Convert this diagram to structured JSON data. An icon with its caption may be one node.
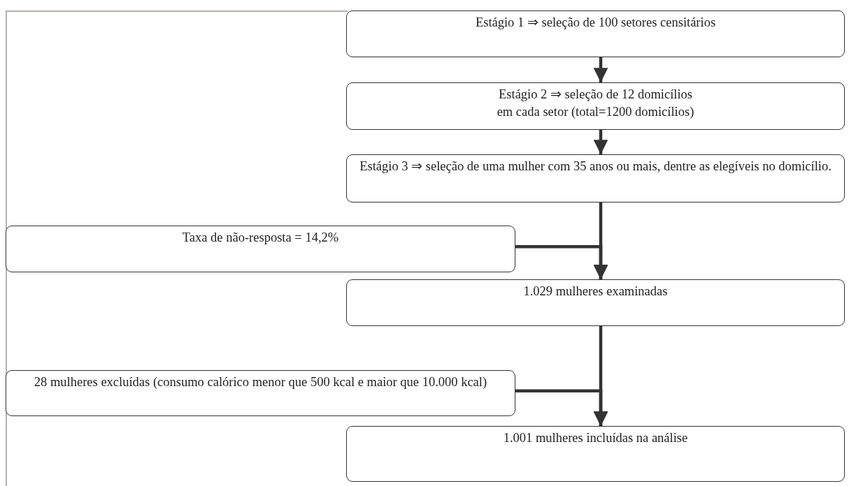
{
  "diagram": {
    "nodes": [
      {
        "text": [
          "Estágio 1 ⇒ seleção de 100 setores censitários"
        ]
      },
      {
        "text": [
          "Estágio 2 ⇒ seleção de 12 domicílios em cada setor (total=1200 domicílios)"
        ]
      },
      {
        "text": [
          "Estágio 3 ⇒ seleção de uma mulher com 35 anos ou mais, dentre as elegíveis no domicílio."
        ]
      },
      {
        "text": [
          "Taxa de não-resposta = 14,2%"
        ]
      },
      {
        "text": [
          "1.029 mulheres examinadas"
        ]
      },
      {
        "text": [
          "28 mulheres excluídas (consumo calórico menor que 500 kcal e maior que 10.000 kcal)"
        ]
      },
      {
        "text": [
          "1.001 mulheres incluídas na análise"
        ]
      }
    ],
    "edges": [
      {
        "from": 0,
        "to": 1,
        "arrow": "to"
      },
      {
        "from": 1,
        "to": 2,
        "arrow": "to"
      },
      {
        "from": 2,
        "to": 4,
        "arrow": "to"
      },
      {
        "from": 3,
        "to": 4,
        "arrow": "to"
      },
      {
        "from": 4,
        "to": 6,
        "arrow": "to"
      },
      {
        "from": 5,
        "to": 6,
        "arrow": "to"
      }
    ]
  }
}
